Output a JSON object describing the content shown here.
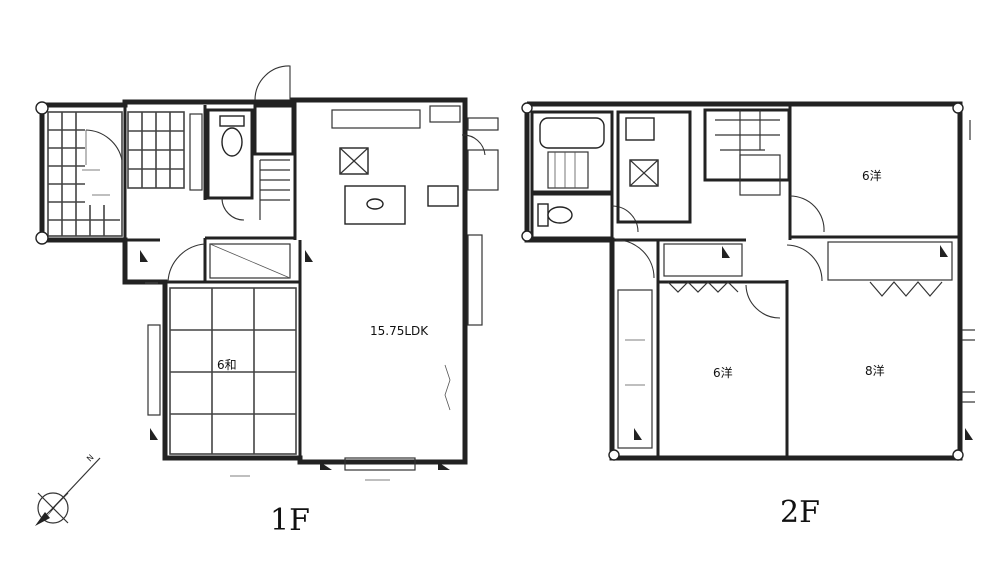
{
  "floors": [
    {
      "label": "1F",
      "rooms": [
        {
          "name": "15.75LDK"
        },
        {
          "name": "6和"
        }
      ]
    },
    {
      "label": "2F",
      "rooms": [
        {
          "name": "6洋"
        },
        {
          "name": "6洋"
        },
        {
          "name": "8洋"
        }
      ]
    }
  ],
  "compass": {
    "north_label": "N"
  }
}
